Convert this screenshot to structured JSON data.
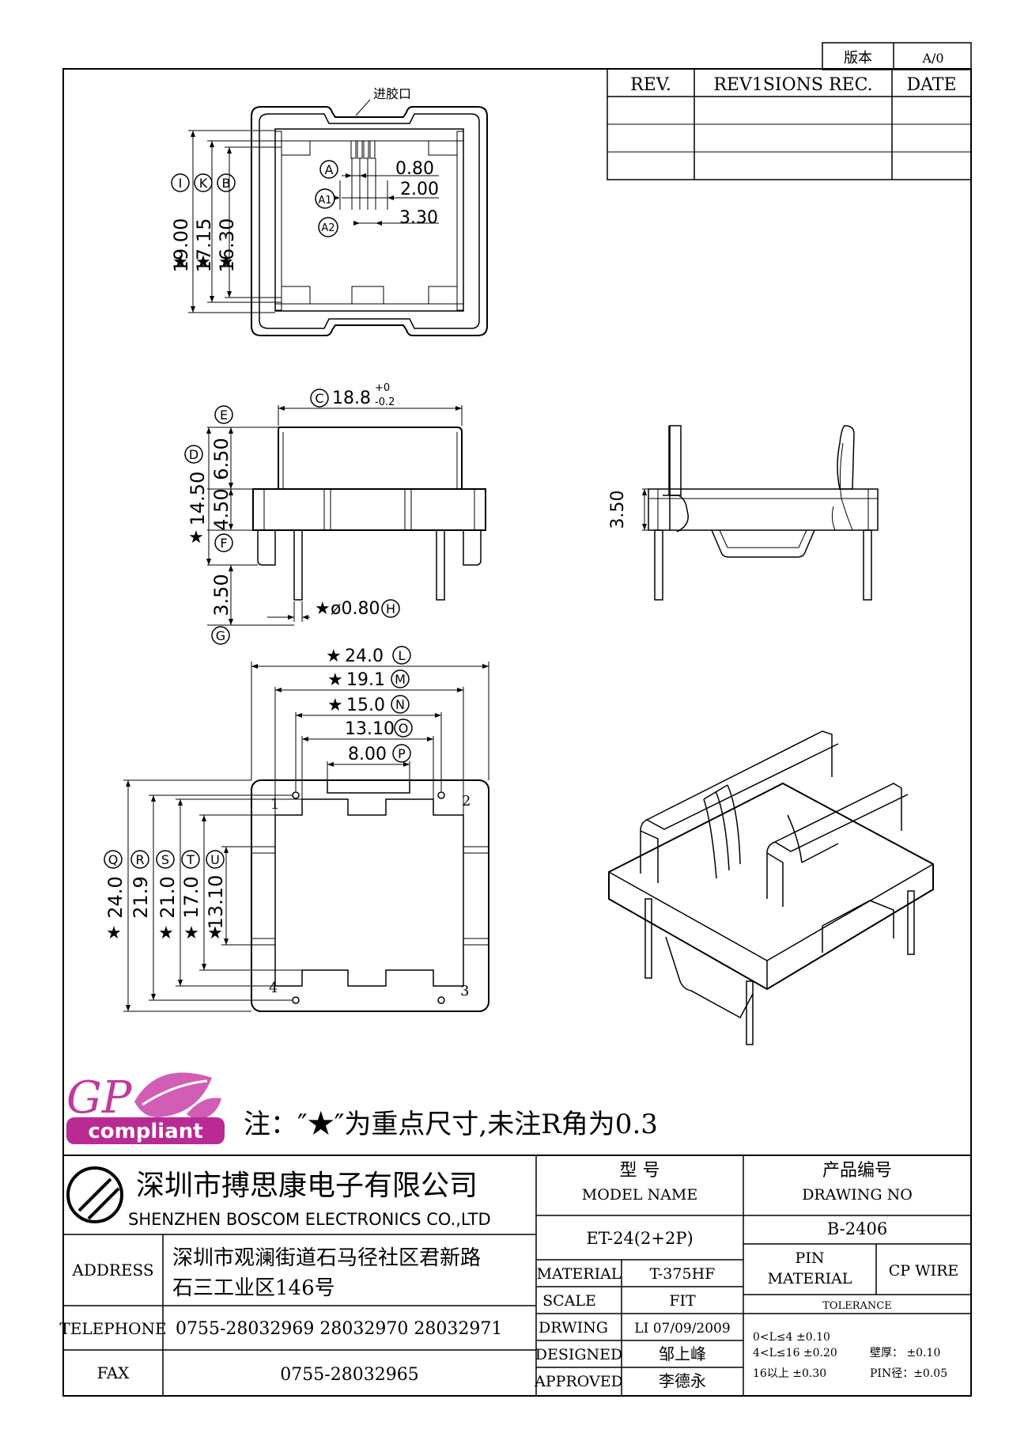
{
  "version_box": {
    "label": "版本",
    "value": "A/0"
  },
  "revision_table": {
    "headers": [
      "REV.",
      "REV1SIONS REC.",
      "DATE"
    ]
  },
  "top_view": {
    "gate_label": "进胶口",
    "dims_h": [
      {
        "circle": "A",
        "value": "0.80"
      },
      {
        "circle": "A1",
        "value": "2.00"
      },
      {
        "circle": "A2",
        "value": "3.30"
      }
    ],
    "dims_v": [
      {
        "circle": "I",
        "value": "19.00",
        "star": "★"
      },
      {
        "circle": "K",
        "value": "17.15",
        "star": "★"
      },
      {
        "circle": "B",
        "value": "16.30",
        "star": "★"
      }
    ]
  },
  "front_view": {
    "width_dim": {
      "circle": "C",
      "value": "18.8",
      "tol_plus": "+0",
      "tol_minus": "-0.2"
    },
    "dims_v": [
      {
        "circle": "E",
        "value": ""
      },
      {
        "circle": "D",
        "value": "6.50"
      },
      {
        "circle": "",
        "value": "14.50",
        "star": "★"
      },
      {
        "circle": "F",
        "value": "4.50"
      },
      {
        "circle": "G",
        "value": "3.50"
      }
    ],
    "pin_dim": {
      "star": "★",
      "value": "ø0.80",
      "circle": "H"
    }
  },
  "side_view": {
    "dim": "3.50"
  },
  "bottom_view": {
    "dims_h": [
      {
        "star": "★",
        "value": "24.0",
        "circle": "L"
      },
      {
        "star": "★",
        "value": "19.1",
        "circle": "M"
      },
      {
        "star": "★",
        "value": "15.0",
        "circle": "N"
      },
      {
        "star": "",
        "value": "13.10",
        "circle": "O"
      },
      {
        "star": "",
        "value": "8.00",
        "circle": "P"
      }
    ],
    "dims_v": [
      {
        "star": "★",
        "value": "24.0",
        "circle": "Q"
      },
      {
        "star": "",
        "value": "21.9",
        "circle": "R"
      },
      {
        "star": "★",
        "value": "21.0",
        "circle": "S"
      },
      {
        "star": "★",
        "value": "17.0",
        "circle": "T"
      },
      {
        "star": "★",
        "value": "13.10",
        "circle": "U"
      }
    ],
    "pin_numbers": [
      "1",
      "2",
      "3",
      "4"
    ]
  },
  "logo": {
    "letters": "GP",
    "word": "compliant"
  },
  "note": "注：″★″为重点尺寸,未注R角为0.3",
  "company": {
    "name_cn": "深圳市搏思康电子有限公司",
    "name_en": "SHENZHEN BOSCOM ELECTRONICS CO.,LTD",
    "address_label": "ADDRESS",
    "address_line1": "深圳市观澜街道石马径社区君新路",
    "address_line2": "石三工业区146号",
    "telephone_label": "TELEPHONE",
    "telephone": "0755-28032969 28032970 28032971",
    "fax_label": "FAX",
    "fax": "0755-28032965"
  },
  "title_block": {
    "model_cn": "型    号",
    "model_en": "MODEL NAME",
    "drawing_cn": "产品编号",
    "drawing_en": "DRAWING NO",
    "model_value": "ET-24(2+2P)",
    "drawing_value": "B-2406",
    "material_label": "MATERIAL",
    "material_value": "T-375HF",
    "pin_material_line1": "PIN",
    "pin_material_line2": "MATERIAL",
    "pin_material_value": "CP WIRE",
    "scale_label": "SCALE",
    "scale_value": "FIT",
    "tolerance_label": "TOLERANCE",
    "drwing_label": "DRWING",
    "drwing_value": "LI 07/09/2009",
    "designed_label": "DESIGNED",
    "designed_value": "邹上峰",
    "approved_label": "APPROVED",
    "approved_value": "李德永",
    "tol_1": "0<L≤4  ±0.10",
    "tol_2": "4<L≤16  ±0.20",
    "tol_3": "16以上     ±0.30",
    "tol_wall": "壁厚：  ±0.10",
    "tol_pin": "PIN径：±0.05"
  }
}
